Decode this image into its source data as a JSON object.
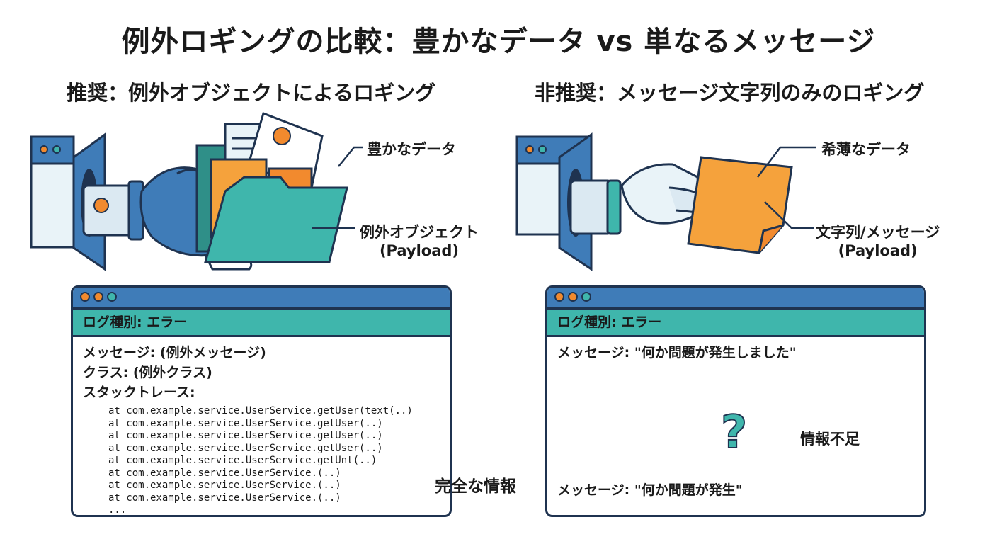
{
  "title": "例外ロギングの比較：豊かなデータ vs 単なるメッセージ",
  "left": {
    "subtitle": "推奨：例外オブジェクトによるロギング",
    "callout_rich": "豊かなデータ",
    "callout_payload_1": "例外オブジェクト",
    "callout_payload_2": "(Payload)",
    "panel": {
      "log_type": "ログ種別: エラー",
      "message": "メッセージ: (例外メッセージ)",
      "class": "クラス: (例外クラス)",
      "stack_label": "スタックトレース:",
      "stack": [
        "at com.example.service.UserService.getUser(text(..)",
        "at com.example.service.UserService.getUser(..)",
        "at com.example.service.UserService.getUser(..)",
        "at com.example.service.UserService.getUser(..)",
        "at com.example.service.UserService.getUnt(..)",
        "at com.example.service.UserService.(..)",
        "at com.example.service.UserService.(..)",
        "at com.example.service.UserService.(..)",
        "..."
      ],
      "callout_full": "完全な情報"
    }
  },
  "right": {
    "subtitle": "非推奨：メッセージ文字列のみのロギング",
    "callout_thin": "希薄なデータ",
    "callout_payload_1": "文字列/メッセージ",
    "callout_payload_2": "(Payload)",
    "panel": {
      "log_type": "ログ種別: エラー",
      "message_1": "メッセージ: \"何か問題が発生しました\"",
      "question_mark": "?",
      "callout_lack": "情報不足",
      "message_2": "メッセージ: \"何か問題が発生\""
    }
  },
  "colors": {
    "navy": "#1f3350",
    "blue": "#3f7cb8",
    "teal": "#3fb6ac",
    "orange": "#f28a2e",
    "paper_orange": "#f5a23c"
  }
}
